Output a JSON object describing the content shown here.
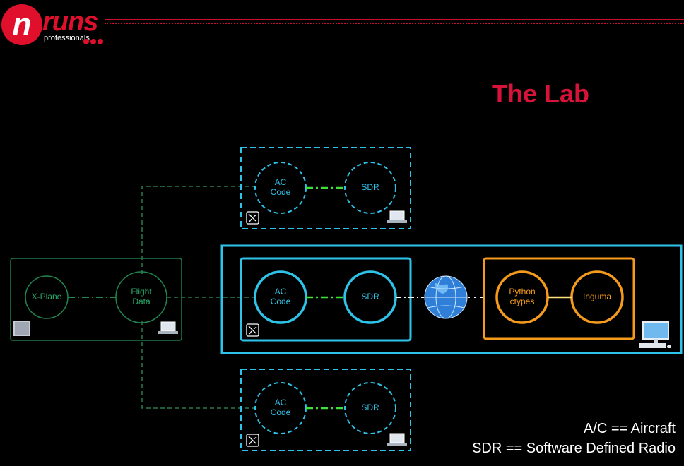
{
  "logo": {
    "mark": "n",
    "brand": "runs",
    "sub": "professionals"
  },
  "title": "The Lab",
  "diagram": {
    "left_box": {
      "node1": "X-Plane",
      "node2_line1": "Flight",
      "node2_line2": "Data"
    },
    "top_box": {
      "node1_line1": "AC",
      "node1_line2": "Code",
      "node2": "SDR"
    },
    "middle_box": {
      "node1_line1": "AC",
      "node1_line2": "Code",
      "node2": "SDR"
    },
    "orange_box": {
      "node1_line1": "Python",
      "node1_line2": "ctypes",
      "node2": "Inguma"
    },
    "bottom_box": {
      "node1_line1": "AC",
      "node1_line2": "Code",
      "node2": "SDR"
    },
    "icons": [
      "plane-icon",
      "laptop-icon",
      "globe-icon",
      "desktop-icon",
      "xplane-thumbnail-icon"
    ]
  },
  "legend": {
    "line1": "A/C == Aircraft",
    "line2": "SDR == Software Defined Radio"
  },
  "colors": {
    "brand_red": "#e0102c",
    "cyan": "#2ec3e8",
    "green": "#2aa86a",
    "orange": "#f59a1b"
  }
}
